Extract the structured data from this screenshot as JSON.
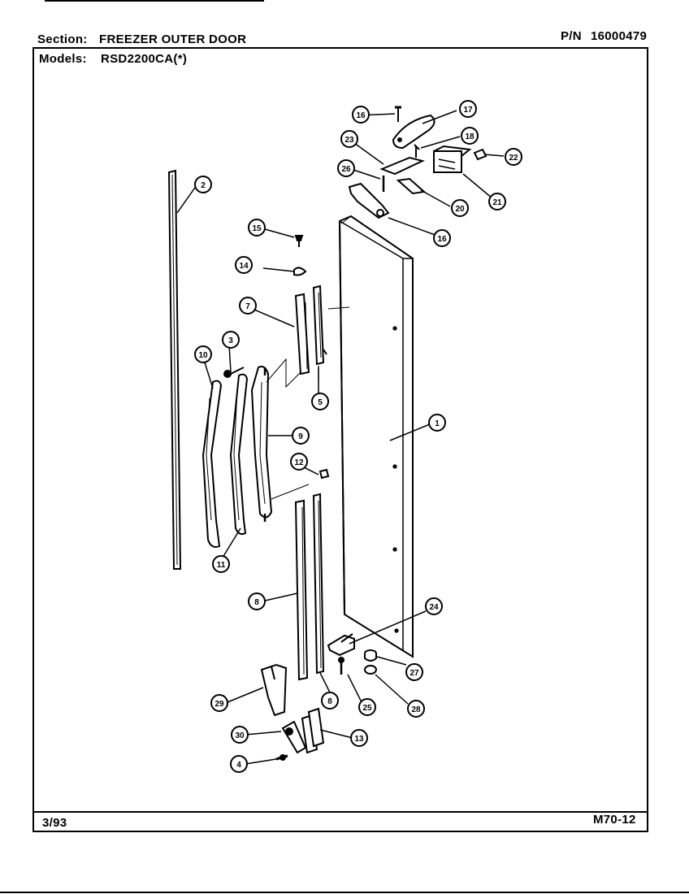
{
  "header": {
    "section_label": "Section:",
    "section_value": "FREEZER OUTER DOOR",
    "pn_label": "P/N",
    "pn_value": "16000479",
    "models_label": "Models:",
    "models_value": "RSD2200CA(*)"
  },
  "footer": {
    "date": "3/93",
    "code": "M70-12"
  },
  "callouts": {
    "c1": "1",
    "c2": "2",
    "c3": "3",
    "c4": "4",
    "c5": "5",
    "c7": "7",
    "c8a": "8",
    "c8b": "8",
    "c9": "9",
    "c10": "10",
    "c11": "11",
    "c12": "12",
    "c13": "13",
    "c14": "14",
    "c15": "15",
    "c16a": "16",
    "c16b": "16",
    "c17": "17",
    "c18": "18",
    "c20": "20",
    "c21": "21",
    "c22": "22",
    "c23": "23",
    "c24": "24",
    "c25": "25",
    "c26": "26",
    "c27": "27",
    "c28": "28",
    "c29": "29",
    "c30": "30"
  }
}
